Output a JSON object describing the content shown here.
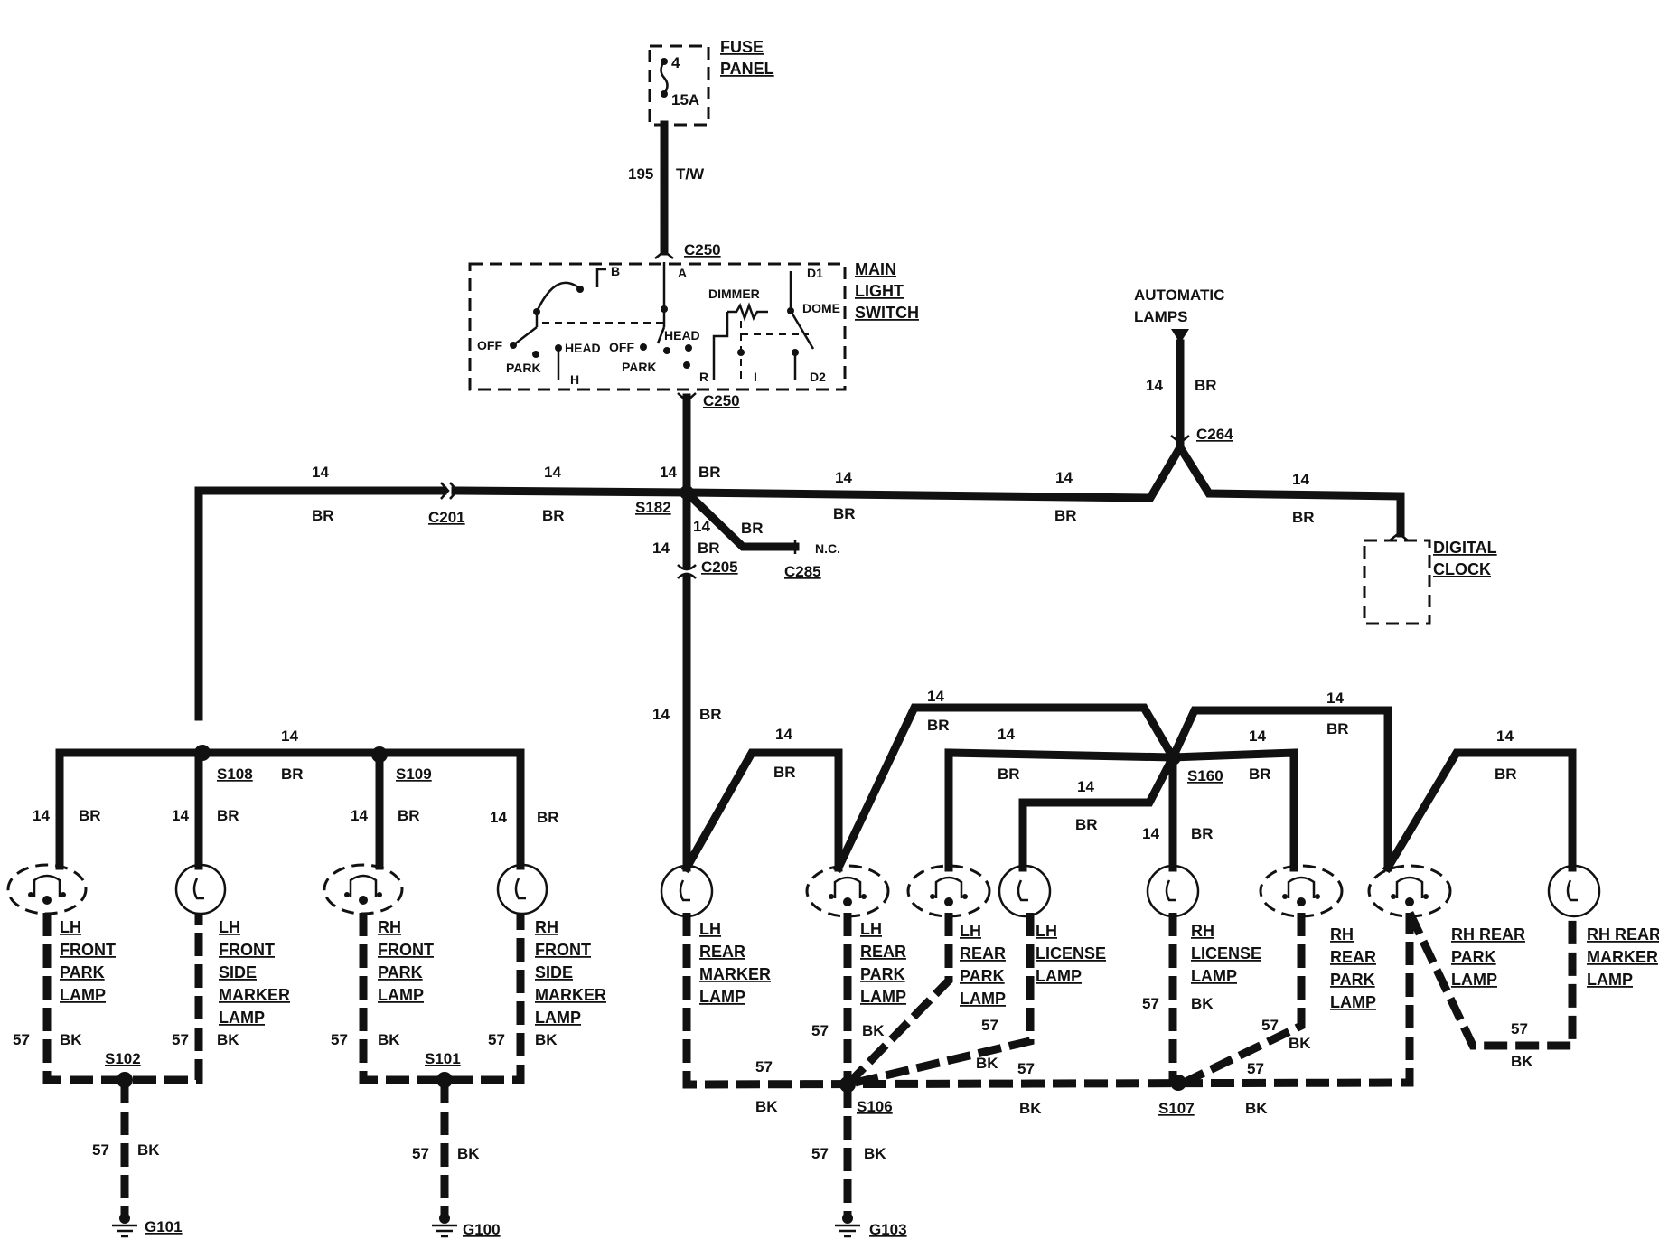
{
  "components": {
    "fuse_panel": {
      "lines": [
        "FUSE",
        "PANEL"
      ],
      "fuse_number": "4",
      "fuse_rating": "15A"
    },
    "main_light_switch": {
      "lines": [
        "MAIN",
        "LIGHT",
        "SWITCH"
      ]
    },
    "automatic_lamps": {
      "lines": [
        "AUTOMATIC",
        "LAMPS"
      ]
    },
    "digital_clock": {
      "lines": [
        "DIGITAL",
        "CLOCK"
      ]
    },
    "lh_front_park_lamp": {
      "lines": [
        "LH",
        "FRONT",
        "PARK",
        "LAMP"
      ]
    },
    "lh_front_side_marker_lamp": {
      "lines": [
        "LH",
        "FRONT",
        "SIDE",
        "MARKER",
        "LAMP"
      ]
    },
    "rh_front_park_lamp": {
      "lines": [
        "RH",
        "FRONT",
        "PARK",
        "LAMP"
      ]
    },
    "rh_front_side_marker_lamp": {
      "lines": [
        "RH",
        "FRONT",
        "SIDE",
        "MARKER",
        "LAMP"
      ]
    },
    "lh_rear_marker_lamp": {
      "lines": [
        "LH",
        "REAR",
        "MARKER",
        "LAMP"
      ]
    },
    "lh_rear_park_lamp_1": {
      "lines": [
        "LH",
        "REAR",
        "PARK",
        "LAMP"
      ]
    },
    "lh_rear_park_lamp_2": {
      "lines": [
        "LH",
        "REAR",
        "PARK",
        "LAMP"
      ]
    },
    "lh_license_lamp": {
      "lines": [
        "LH",
        "LICENSE",
        "LAMP"
      ]
    },
    "rh_license_lamp": {
      "lines": [
        "RH",
        "LICENSE",
        "LAMP"
      ]
    },
    "rh_rear_park_lamp_1": {
      "lines": [
        "RH",
        "REAR",
        "PARK",
        "LAMP"
      ]
    },
    "rh_rear_park_lamp_2": {
      "lines": [
        "RH REAR",
        "PARK",
        "LAMP"
      ]
    },
    "rh_rear_marker_lamp": {
      "lines": [
        "RH REAR",
        "MARKER",
        "LAMP"
      ]
    }
  },
  "switch_labels": {
    "b": "B",
    "a": "A",
    "d1": "D1",
    "dimmer": "DIMMER",
    "dome": "DOME",
    "off1": "OFF",
    "park1": "PARK",
    "head1": "HEAD",
    "h": "H",
    "off2": "OFF",
    "head2": "HEAD",
    "park2": "PARK",
    "r": "R",
    "i": "I",
    "d2": "D2"
  },
  "connectors": {
    "c250": "C250",
    "c250b": "C250",
    "c264": "C264",
    "c201": "C201",
    "c205": "C205",
    "c285": "C285",
    "nc": "N.C."
  },
  "splices": {
    "s182": "S182",
    "s108": "S108",
    "s109": "S109",
    "s160": "S160",
    "s102": "S102",
    "s101": "S101",
    "s106": "S106",
    "s107": "S107"
  },
  "grounds": {
    "g101": "G101",
    "g100": "G100",
    "g103": "G103"
  },
  "wire_labels": {
    "circuit_195": "195",
    "color_tw": "T/W",
    "circuit_14": "14",
    "color_br": "BR",
    "circuit_57": "57",
    "color_bk": "BK"
  }
}
